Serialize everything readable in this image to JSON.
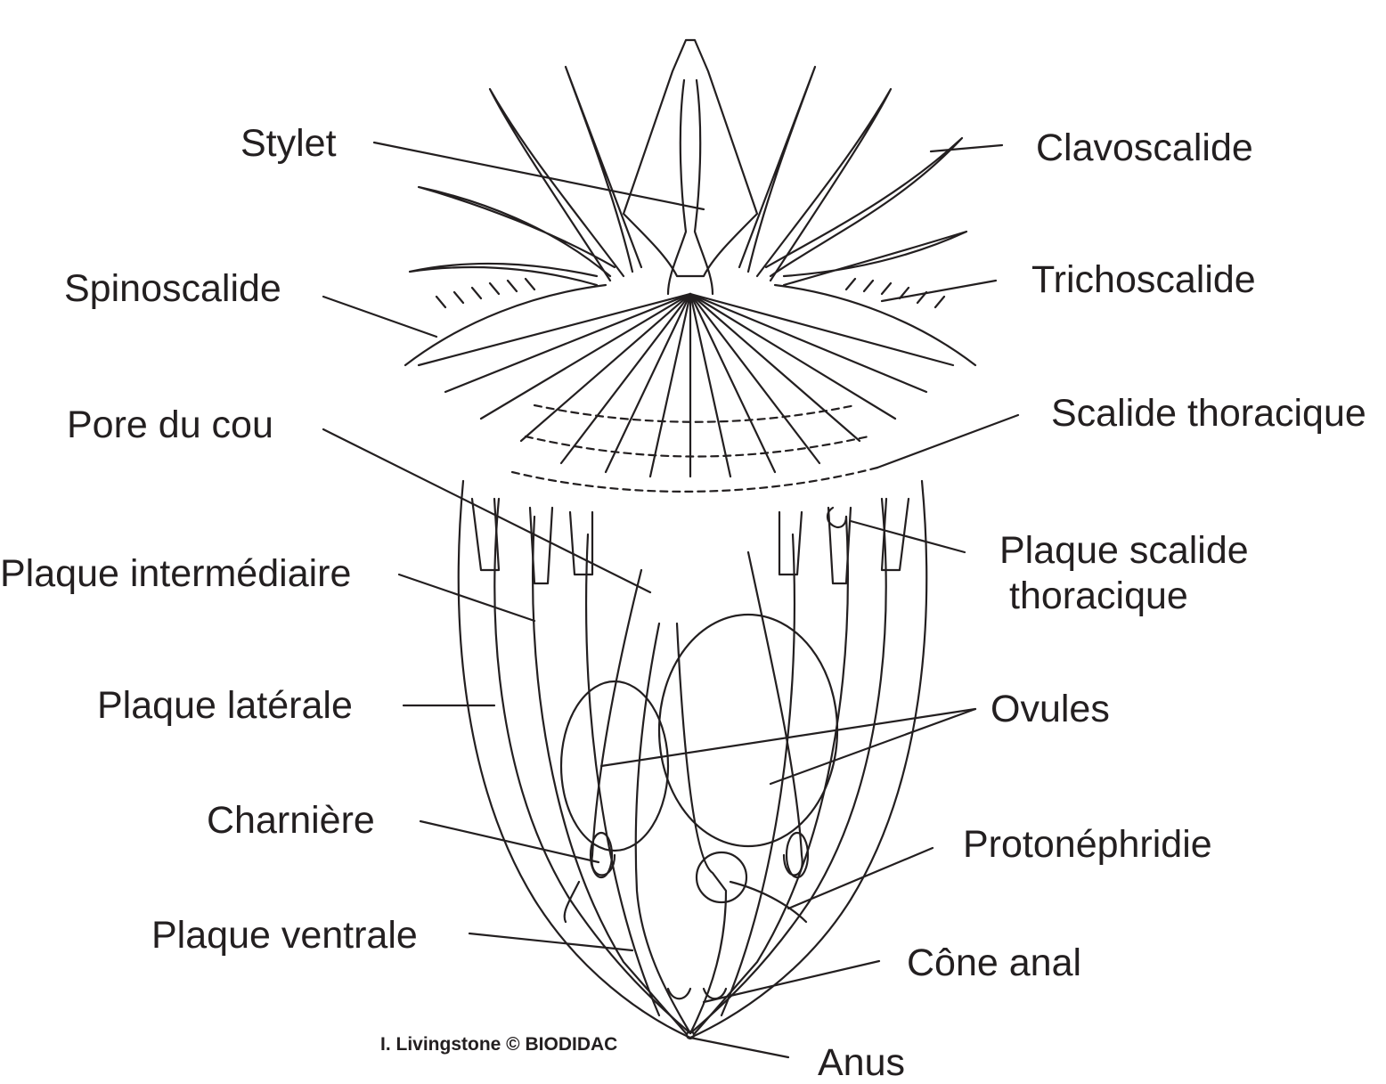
{
  "labels": {
    "stylet": "Stylet",
    "clavoscalide": "Clavoscalide",
    "spinoscalide": "Spinoscalide",
    "trichoscalide": "Trichoscalide",
    "pore_du_cou": "Pore du cou",
    "scalide_thoracique": "Scalide thoracique",
    "plaque_intermediaire": "Plaque intermédiaire",
    "plaque_scalide_line1": "Plaque scalide",
    "plaque_scalide_line2": "thoracique",
    "plaque_laterale": "Plaque latérale",
    "ovules": "Ovules",
    "charniere": "Charnière",
    "protonephridie": "Protonéphridie",
    "plaque_ventrale": "Plaque ventrale",
    "cone_anal": "Cône anal",
    "anus": "Anus"
  },
  "credit": "I. Livingstone © BIODIDAC",
  "colors": {
    "ink": "#231f20",
    "background": "#ffffff"
  }
}
